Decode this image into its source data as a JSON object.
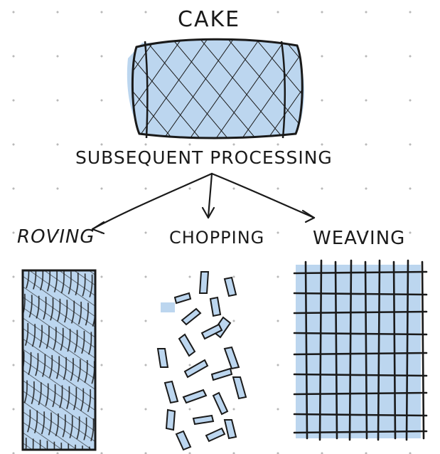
{
  "diagram": {
    "title": "CAKE",
    "process_label": "SUBSEQUENT PROCESSING",
    "branches": [
      {
        "id": "roving",
        "label": "ROVING"
      },
      {
        "id": "chopping",
        "label": "CHOPPING"
      },
      {
        "id": "weaving",
        "label": "WEAVING"
      }
    ]
  },
  "colors": {
    "fill_blue": "#bcd6ef",
    "ink": "#1a1a1a",
    "dot_grid": "#b9b9b9"
  }
}
